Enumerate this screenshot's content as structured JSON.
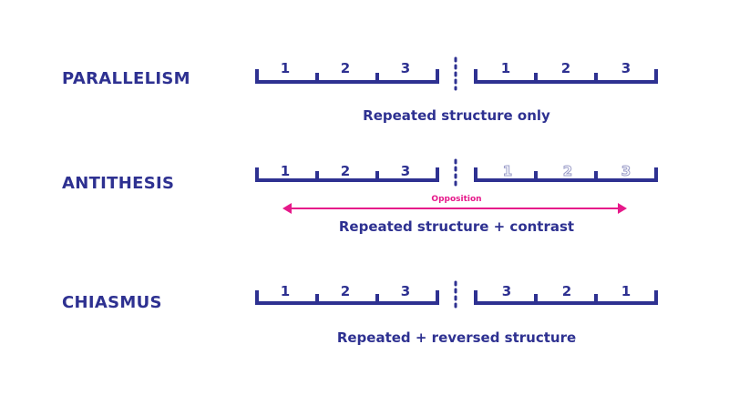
{
  "colors": {
    "primary": "#2e3191",
    "faded": "#9a9cc8",
    "accent": "#e6198a"
  },
  "rows": [
    {
      "label": "PARALLELISM",
      "left_numbers": [
        "1",
        "2",
        "3"
      ],
      "right_numbers": [
        "1",
        "2",
        "3"
      ],
      "right_faded": false,
      "caption": "Repeated structure only"
    },
    {
      "label": "ANTITHESIS",
      "left_numbers": [
        "1",
        "2",
        "3"
      ],
      "right_numbers": [
        "1",
        "2",
        "3"
      ],
      "right_faded": true,
      "annotation": "Opposition",
      "caption": "Repeated structure + contrast"
    },
    {
      "label": "CHIASMUS",
      "left_numbers": [
        "1",
        "2",
        "3"
      ],
      "right_numbers": [
        "3",
        "2",
        "1"
      ],
      "right_faded": false,
      "caption": "Repeated + reversed structure"
    }
  ]
}
